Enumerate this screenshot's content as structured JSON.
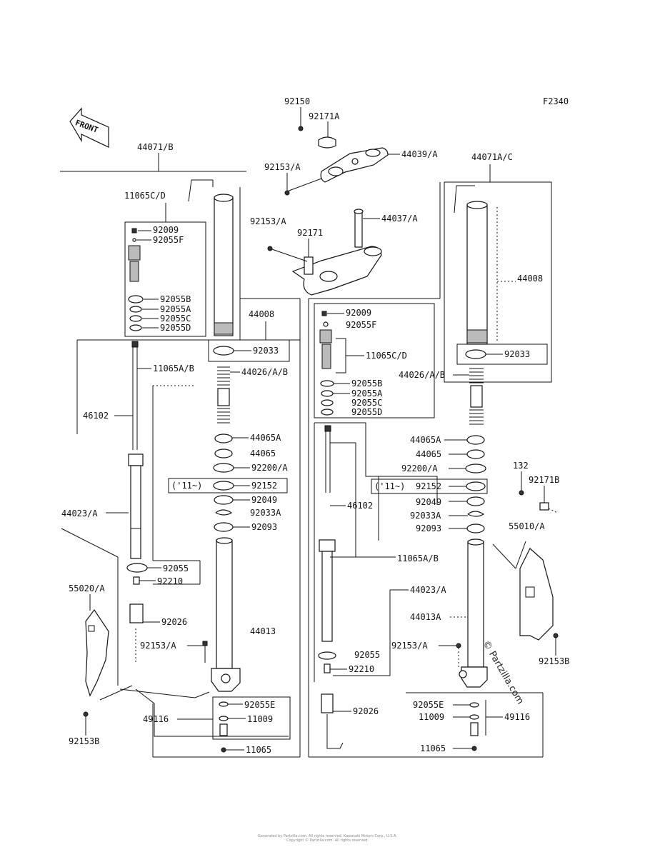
{
  "figure_code": "F2340",
  "front_label": "FRONT",
  "labels": {
    "l_92150": "92150",
    "l_92171A": "92171A",
    "l_44039A": "44039/A",
    "l_92153A_top": "92153/A",
    "l_44071B": "44071/B",
    "l_44071AC": "44071A/C",
    "l_92153A_mid": "92153/A",
    "l_92171": "92171",
    "l_44037A": "44037/A",
    "l_11065CD_L": "11065C/D",
    "l_92009_L": "92009",
    "l_92055F_L": "92055F",
    "l_92055B_L": "92055B",
    "l_92055A_L": "92055A",
    "l_92055C_L": "92055C",
    "l_92055D_L": "92055D",
    "l_44008_L": "44008",
    "l_92033_L": "92033",
    "l_11065AB_L": "11065A/B",
    "l_44026AB_L": "44026/A/B",
    "l_46102_L": "46102",
    "l_44065A_L": "44065A",
    "l_44065_L": "44065",
    "l_92200A_L": "92200/A",
    "l_11_L": "('11~)",
    "l_92152_L": "92152",
    "l_92049_L": "92049",
    "l_92033A_L": "92033A",
    "l_92093_L": "92093",
    "l_44023A_L": "44023/A",
    "l_92055_L": "92055",
    "l_92210_L": "92210",
    "l_55020A": "55020/A",
    "l_92026_L": "92026",
    "l_44013_L": "44013",
    "l_92153A_L": "92153/A",
    "l_92055E_L": "92055E",
    "l_49116_L": "49116",
    "l_11009_L": "11009",
    "l_92153B_L": "92153B",
    "l_11065_L": "11065",
    "l_44008_R": "44008",
    "l_92009_R": "92009",
    "l_92055F_R": "92055F",
    "l_11065CD_R": "11065C/D",
    "l_92033_R": "92033",
    "l_44026AB_R": "44026/A/B",
    "l_92055B_R": "92055B",
    "l_92055A_R": "92055A",
    "l_92055C_R": "92055C",
    "l_92055D_R": "92055D",
    "l_44065A_R": "44065A",
    "l_44065_R": "44065",
    "l_92200A_R": "92200/A",
    "l_132": "132",
    "l_92171B": "92171B",
    "l_11_R": "('11~)",
    "l_92152_R": "92152",
    "l_92049_R": "92049",
    "l_92033A_R": "92033A",
    "l_92093_R": "92093",
    "l_46102_R": "46102",
    "l_55010A": "55010/A",
    "l_11065AB_R": "11065A/B",
    "l_44023A_R": "44023/A",
    "l_44013A_R": "44013A",
    "l_92055_R": "92055",
    "l_92153A_R": "92153/A",
    "l_92153B_R": "92153B",
    "l_92210_R": "92210",
    "l_92026_R": "92026",
    "l_92055E_R": "92055E",
    "l_11009_R": "11009",
    "l_49116_R": "49116",
    "l_11065_R": "11065"
  },
  "watermark": "© Partzilla.com",
  "footer_line1": "Generated by Partzilla.com. All rights reserved. Kawasaki Motors Corp., U.S.A.",
  "footer_line2": "Copyright © Partzilla.com. All rights reserved."
}
